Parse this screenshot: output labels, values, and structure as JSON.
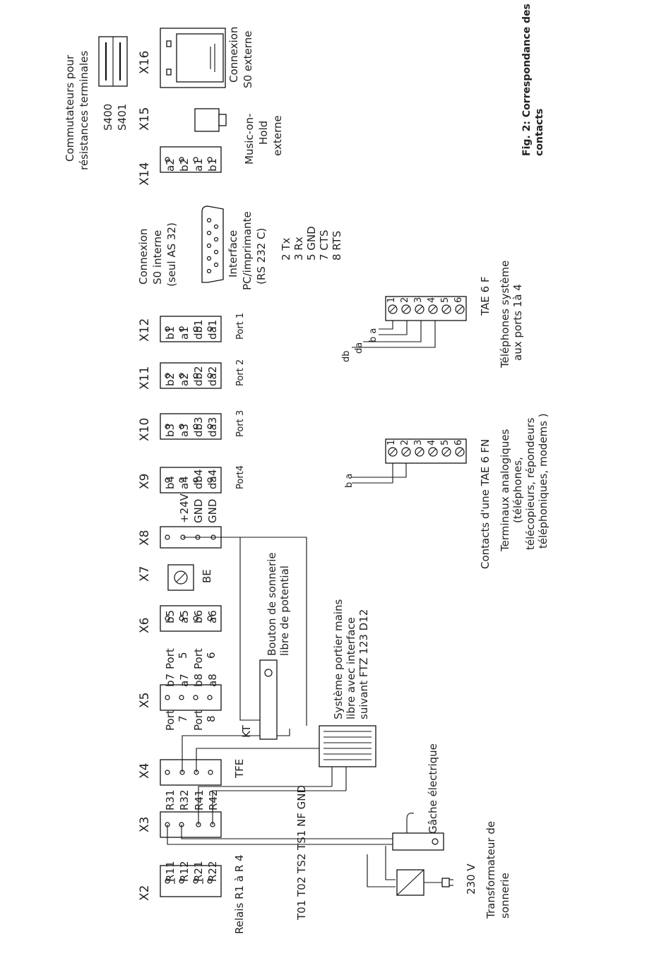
{
  "connectors": {
    "x2": "X2",
    "x3": "X3",
    "x4": "X4",
    "x5": "X5",
    "x6": "X6",
    "x7": "X7",
    "x8": "X8",
    "x9": "X9",
    "x10": "X10",
    "x11": "X11",
    "x12": "X12",
    "x14": "X14",
    "x15": "X15",
    "x16": "X16"
  },
  "x2_labels": [
    "R11",
    "R12",
    "R21",
    "R22"
  ],
  "x3_labels": [
    "R31",
    "R32",
    "R41",
    "R42"
  ],
  "x4_label": "TFE",
  "x5_labels": [
    "b7",
    "a7",
    "b8",
    "a8"
  ],
  "x5_ports": {
    "p7": "Port",
    "n7": "7",
    "p8": "Port",
    "n8": "8"
  },
  "x6_labels": [
    "b5",
    "a5",
    "b6",
    "a6"
  ],
  "x6_ports": {
    "p5": "Port",
    "n5": "5",
    "p6": "Port",
    "n6": "6"
  },
  "x7_label": "BE",
  "x8_labels": [
    "+24V",
    "GND",
    "GND"
  ],
  "x9_labels": [
    "b4",
    "a4",
    "db4",
    "da4"
  ],
  "x10_labels": [
    "b3",
    "a3",
    "db3",
    "da3"
  ],
  "x11_labels": [
    "b2",
    "a2",
    "db2",
    "da2"
  ],
  "x12_labels": [
    "b1",
    "a1",
    "db1",
    "da1"
  ],
  "port_labels": [
    "Port4",
    "Port 3",
    "Port 2",
    "Port 1"
  ],
  "x14_labels": [
    "a2",
    "b2",
    "a1",
    "b1"
  ],
  "s_labels": [
    "S400",
    "S401"
  ],
  "texts": {
    "relais": "Relais R1 à R 4",
    "transfo1": "Transformateur de",
    "transfo2": "sonnerie",
    "v230": "230 V",
    "gache": "Gâche électrique",
    "bottom_labels": "T01 T02   TS2 TS1   NF   GND",
    "kt": "KT",
    "portier1": "Système portier mains",
    "portier2": "libre avec interface",
    "portier3": "suivant FTZ 123 D12",
    "bouton1": "Bouton de sonnerie",
    "bouton2": "libre de potential",
    "contacts": "Contacts d'une  TAE 6 FN",
    "analog1": "Terminaux analogiques",
    "analog2": "(téléphones,",
    "analog3": "télécopieurs, répondeurs",
    "analog4": "téléphoniques, modems )",
    "tae6f": "TAE 6 F",
    "tel1": "Téléphones système",
    "tel2": "aux ports 1à 4",
    "s0int1": "Connexion",
    "s0int2": "S0 interne",
    "s0int3": "(seul AS 32)",
    "pc1": "Interface",
    "pc2": "PC/imprimante",
    "pc3": "(RS 232 C)",
    "rs1": "2  Tx",
    "rs2": "3  Rx",
    "rs3": "5  GND",
    "rs4": "7  CTS",
    "rs5": "8  RTS",
    "comm1": "Commutateurs pour",
    "comm2": "résistances terminales",
    "moh1": "Music-on-",
    "moh2": "Hold",
    "moh3": "externe",
    "s0ext1": "Connexion",
    "s0ext2": "S0 externe",
    "ba1": "b a",
    "ba2": "b a",
    "da": "da",
    "db": "db",
    "fig1": "Fig. 2: Correspondance des",
    "fig2": "contacts"
  },
  "tae_pins": [
    "1",
    "2",
    "3",
    "4",
    "5",
    "6"
  ]
}
